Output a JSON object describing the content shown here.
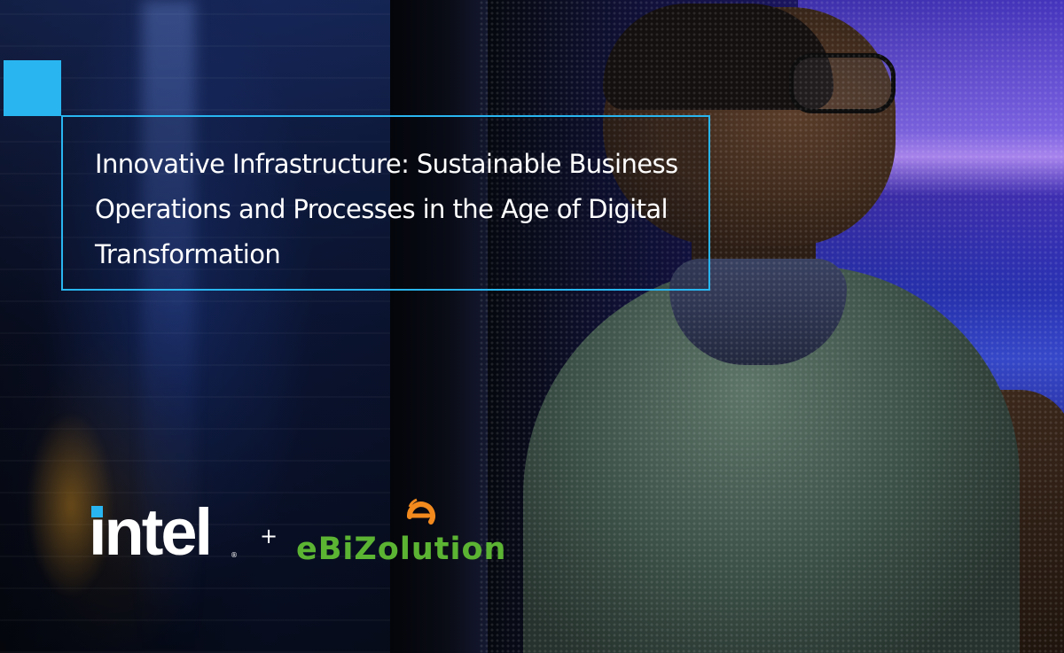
{
  "hero": {
    "title": "Innovative Infrastructure: Sustainable Business Operations and Processes in the Age of Digital Transformation"
  },
  "logos": {
    "intel": {
      "text": "intel",
      "registered_mark": "®",
      "dot_color": "#29b6f0"
    },
    "separator": "+",
    "partner": {
      "text": "eBiZolution",
      "color": "#5cb433",
      "mark_color": "#f28a1e"
    }
  },
  "colors": {
    "accent": "#29b6f0",
    "title_text": "#ffffff"
  }
}
